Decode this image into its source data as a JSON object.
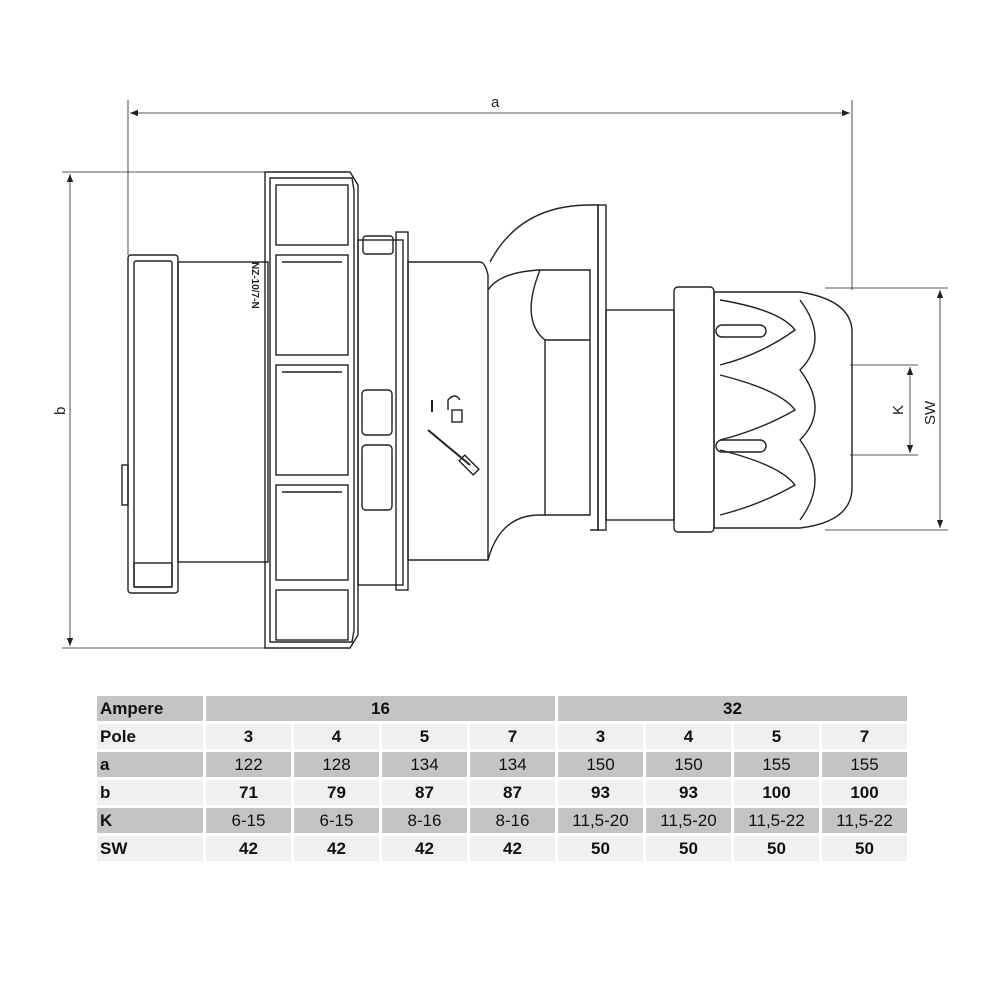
{
  "drawing": {
    "dimension_labels": {
      "a": "a",
      "b": "b",
      "K": "K",
      "SW": "SW"
    },
    "rotated_marking": "NZ-10/7-N"
  },
  "table": {
    "header": {
      "label": "Ampere",
      "groups": [
        "16",
        "32"
      ]
    },
    "rows": [
      {
        "label": "Pole",
        "values": [
          "3",
          "4",
          "5",
          "7",
          "3",
          "4",
          "5",
          "7"
        ]
      },
      {
        "label": "a",
        "values": [
          "122",
          "128",
          "134",
          "134",
          "150",
          "150",
          "155",
          "155"
        ]
      },
      {
        "label": "b",
        "values": [
          "71",
          "79",
          "87",
          "87",
          "93",
          "93",
          "100",
          "100"
        ]
      },
      {
        "label": "K",
        "values": [
          "6-15",
          "6-15",
          "8-16",
          "8-16",
          "11,5-20",
          "11,5-20",
          "11,5-22",
          "11,5-22"
        ]
      },
      {
        "label": "SW",
        "values": [
          "42",
          "42",
          "42",
          "42",
          "50",
          "50",
          "50",
          "50"
        ]
      }
    ]
  }
}
